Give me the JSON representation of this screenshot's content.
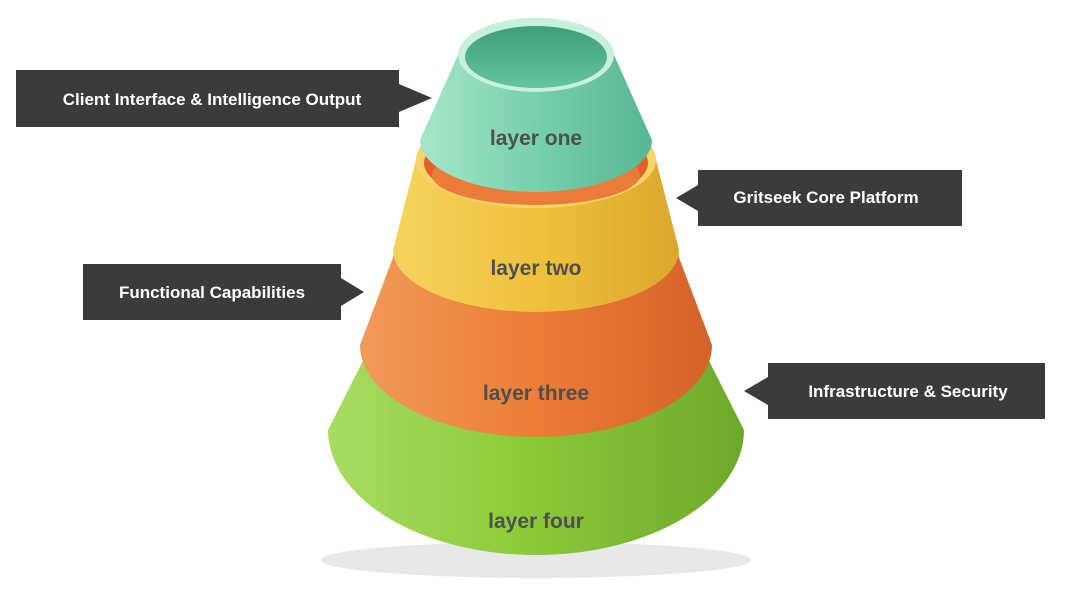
{
  "layers": [
    {
      "label": "layer one",
      "callout": "Client Interface & Intelligence Output",
      "color": "#6fcfa9"
    },
    {
      "label": "layer two",
      "callout": "Gritseek Core Platform",
      "color": "#eec03d"
    },
    {
      "label": "layer three",
      "callout": "Functional Capabilities",
      "color": "#ec7a33"
    },
    {
      "label": "layer four",
      "callout": "Infrastructure & Security",
      "color": "#8fca3c"
    }
  ],
  "callout_color": "#3b3b3b"
}
